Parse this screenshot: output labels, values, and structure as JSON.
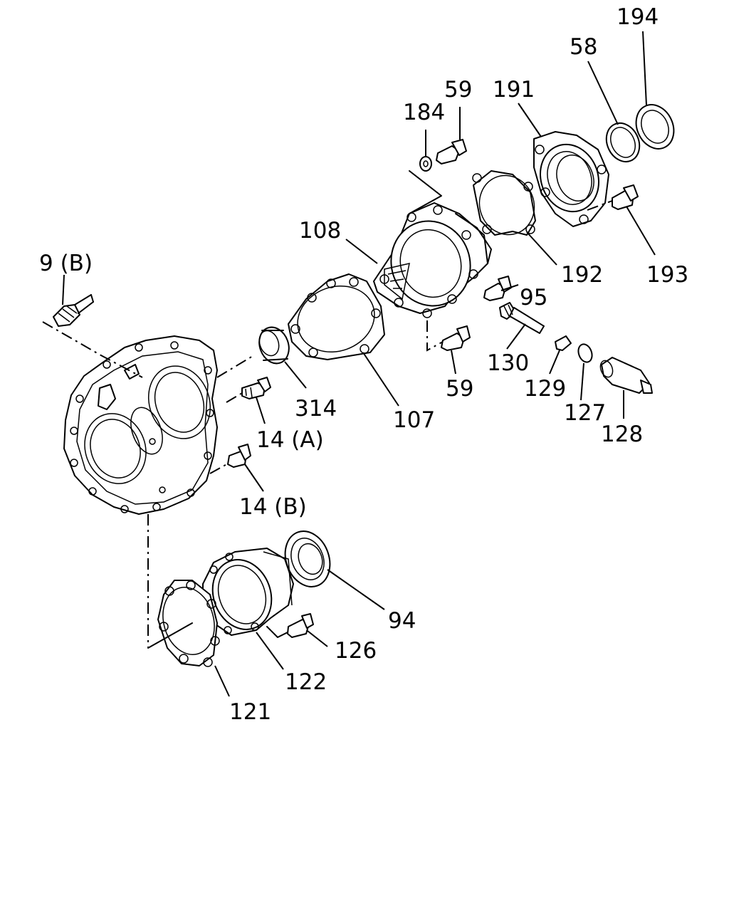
{
  "diagram": {
    "labels": [
      {
        "id": "lbl-194",
        "text": "194"
      },
      {
        "id": "lbl-58",
        "text": "58"
      },
      {
        "id": "lbl-191",
        "text": "191"
      },
      {
        "id": "lbl-59-top",
        "text": "59"
      },
      {
        "id": "lbl-184",
        "text": "184"
      },
      {
        "id": "lbl-108",
        "text": "108"
      },
      {
        "id": "lbl-9b",
        "text": "9 (B)"
      },
      {
        "id": "lbl-192",
        "text": "192"
      },
      {
        "id": "lbl-193",
        "text": "193"
      },
      {
        "id": "lbl-95",
        "text": "95"
      },
      {
        "id": "lbl-130",
        "text": "130"
      },
      {
        "id": "lbl-59-mid",
        "text": "59"
      },
      {
        "id": "lbl-129",
        "text": "129"
      },
      {
        "id": "lbl-127",
        "text": "127"
      },
      {
        "id": "lbl-128",
        "text": "128"
      },
      {
        "id": "lbl-314",
        "text": "314"
      },
      {
        "id": "lbl-107",
        "text": "107"
      },
      {
        "id": "lbl-14a",
        "text": "14 (A)"
      },
      {
        "id": "lbl-14b",
        "text": "14 (B)"
      },
      {
        "id": "lbl-94",
        "text": "94"
      },
      {
        "id": "lbl-126",
        "text": "126"
      },
      {
        "id": "lbl-122",
        "text": "122"
      },
      {
        "id": "lbl-121",
        "text": "121"
      }
    ]
  }
}
